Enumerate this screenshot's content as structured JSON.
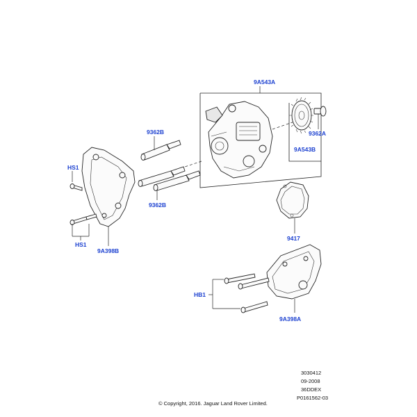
{
  "callouts": {
    "hs1_top": "HS1",
    "hs1_bottom": "HS1",
    "bracket_rear": "9A398B",
    "stud_upper": "9362B",
    "stud_lower": "9362B",
    "pump_assembly": "9A543A",
    "gear": "9A543B",
    "gear_bolt": "9362A",
    "gasket": "9417",
    "bolts_hb1": "HB1",
    "bracket_front": "9A398A"
  },
  "info": {
    "line1": "3030412",
    "line2": "09-2008",
    "line3": "36DDEX",
    "line4": "P0161562-03"
  },
  "copyright": "© Copyright, 2016. Jaguar Land Rover Limited.",
  "colors": {
    "callout": "#1a3fd0",
    "line": "#222222"
  }
}
